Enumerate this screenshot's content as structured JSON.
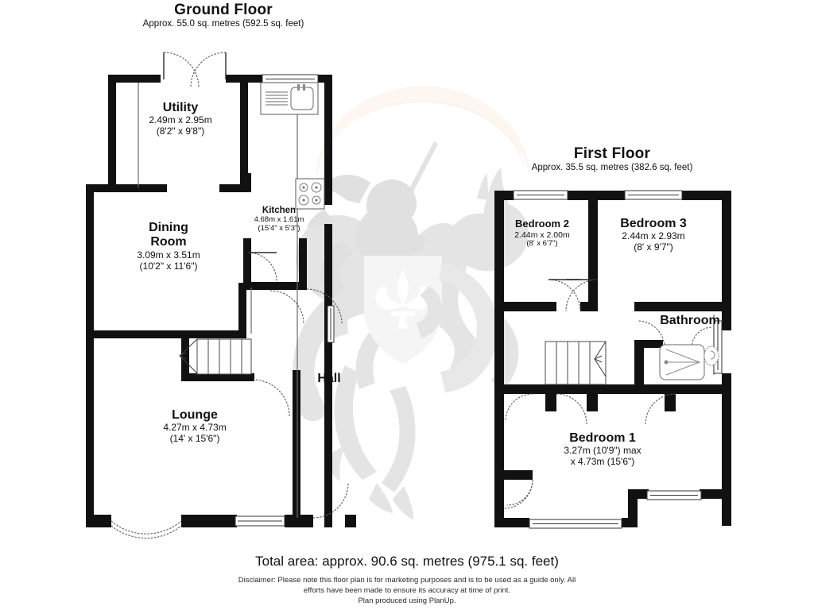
{
  "document": {
    "type": "floor-plan",
    "producer_note": "Plan produced using PlanUp."
  },
  "colors": {
    "wall": "#111111",
    "thin_line": "#3a3a3a",
    "paper": "#ffffff",
    "watermark": "#e6e6e6",
    "watermark_shield": "#f4f4f4",
    "watermark_glow": "#fbf3ee"
  },
  "floors": [
    {
      "id": "ground",
      "title": "Ground Floor",
      "subtitle": "Approx. 55.0 sq. metres (592.5 sq. feet)",
      "rooms": [
        {
          "id": "utility",
          "name": "Utility",
          "dim_metric": "2.49m x 2.95m",
          "dim_imperial": "(8'2\" x 9'8\")"
        },
        {
          "id": "dining-room",
          "name_line1": "Dining",
          "name_line2": "Room",
          "dim_metric": "3.09m x 3.51m",
          "dim_imperial": "(10'2\" x 11'6\")"
        },
        {
          "id": "kitchen",
          "name": "Kitchen",
          "dim_metric": "4.68m x 1.61m",
          "dim_imperial": "(15'4\" x 5'3\")"
        },
        {
          "id": "lounge",
          "name": "Lounge",
          "dim_metric": "4.27m x 4.73m",
          "dim_imperial": "(14' x 15'6\")"
        },
        {
          "id": "hall",
          "name": "Hall",
          "dim_metric": "",
          "dim_imperial": ""
        }
      ]
    },
    {
      "id": "first",
      "title": "First Floor",
      "subtitle": "Approx. 35.5 sq. metres (382.6 sq. feet)",
      "rooms": [
        {
          "id": "bedroom-2",
          "name": "Bedroom 2",
          "dim_metric": "2.44m x 2.00m",
          "dim_imperial": "(8' x 6'7\")"
        },
        {
          "id": "bedroom-3",
          "name": "Bedroom 3",
          "dim_metric": "2.44m x 2.93m",
          "dim_imperial": "(8' x 9'7\")"
        },
        {
          "id": "bathroom",
          "name": "Bathroom",
          "dim_metric": "",
          "dim_imperial": ""
        },
        {
          "id": "bedroom-1",
          "name": "Bedroom 1",
          "dim_metric": "3.27m (10'9\") max",
          "dim_imperial": "x 4.73m (15'6\")"
        }
      ]
    }
  ],
  "footer": {
    "total_area": "Total area: approx. 90.6 sq. metres (975.1 sq. feet)",
    "disclaimer_line1": "Disclaimer: Please note this floor plan is for marketing purposes and is to be used as a guide only. All",
    "disclaimer_line2": "efforts have been made to ensure its accuracy at time of print.",
    "disclaimer_line3": "Plan produced using PlanUp."
  },
  "fixtures": [
    {
      "id": "kitchen-sink",
      "label": "sink-icon"
    },
    {
      "id": "kitchen-drainer",
      "label": "drainer-icon"
    },
    {
      "id": "kitchen-hob",
      "label": "hob-icon"
    },
    {
      "id": "kitchen-worktop-window",
      "label": "window-icon"
    },
    {
      "id": "ground-stairs",
      "label": "stairs-icon"
    },
    {
      "id": "first-stairs",
      "label": "stairs-icon"
    },
    {
      "id": "bath",
      "label": "bathtub-icon"
    },
    {
      "id": "wc",
      "label": "toilet-icon"
    },
    {
      "id": "lounge-bay-window",
      "label": "bay-window-icon"
    },
    {
      "id": "front-door",
      "label": "door-icon"
    },
    {
      "id": "utility-double-doors",
      "label": "double-door-icon"
    }
  ],
  "watermark": {
    "id": "knight-on-horseback",
    "description": "knight-on-horseback-watermark"
  }
}
